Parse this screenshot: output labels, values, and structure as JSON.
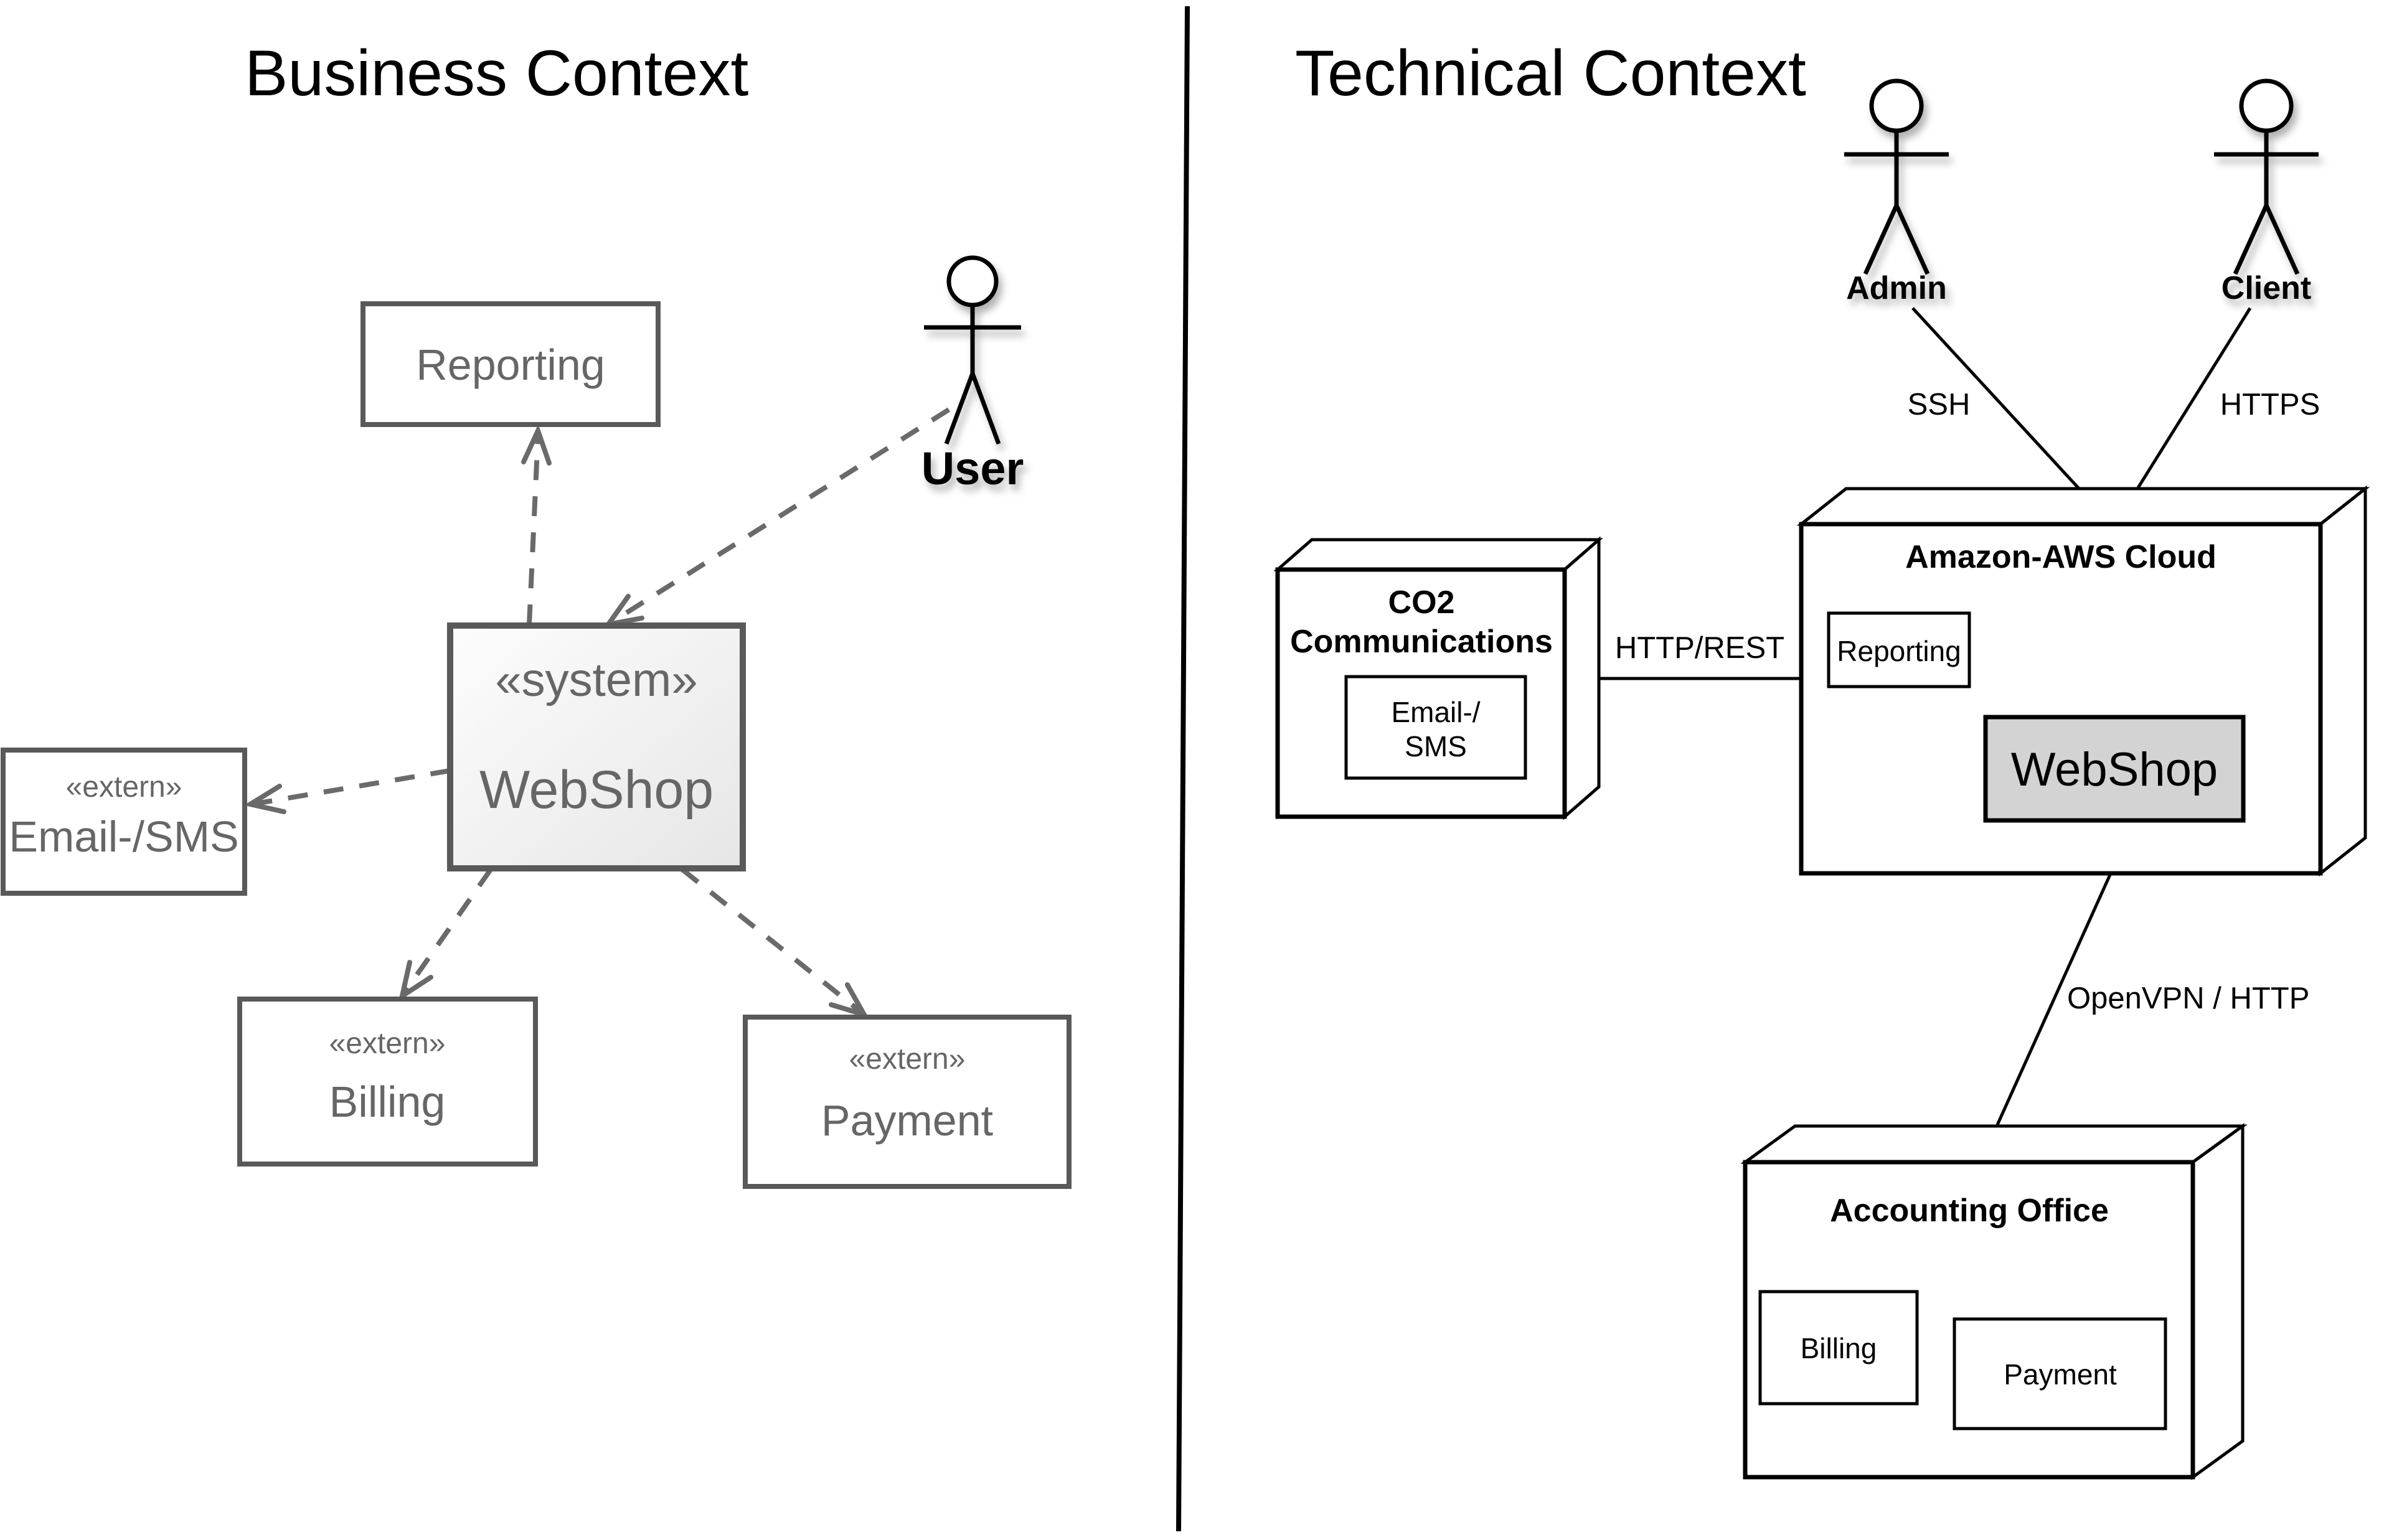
{
  "business": {
    "title": "Business Context",
    "system_box": {
      "stereotype": "«system»",
      "name": "WebShop"
    },
    "reporting": {
      "name": "Reporting"
    },
    "email_sms": {
      "stereotype": "«extern»",
      "name": "Email-/SMS"
    },
    "billing": {
      "stereotype": "«extern»",
      "name": "Billing"
    },
    "payment": {
      "stereotype": "«extern»",
      "name": "Payment"
    },
    "actor": {
      "name": "User"
    }
  },
  "technical": {
    "title": "Technical Context",
    "actors": [
      {
        "name": "Admin"
      },
      {
        "name": "Client"
      }
    ],
    "connections": {
      "admin_protocol": "SSH",
      "client_protocol": "HTTPS",
      "co2_aws_protocol": "HTTP/REST",
      "aws_accounting_protocol": "OpenVPN / HTTP"
    },
    "aws": {
      "title": "Amazon-AWS Cloud",
      "reporting": "Reporting",
      "webshop": "WebShop"
    },
    "co2": {
      "title": [
        "CO2",
        "Communications"
      ],
      "email": [
        "Email-/",
        "SMS"
      ]
    },
    "accounting": {
      "title": "Accounting Office",
      "billing": "Billing",
      "payment": "Payment"
    }
  },
  "colors": {
    "business_border": "#595959",
    "business_text": "#666666",
    "tech_webshop_fill": "#d3d3d3",
    "line_black": "#000000",
    "dash_gray": "#6a6a6a"
  }
}
